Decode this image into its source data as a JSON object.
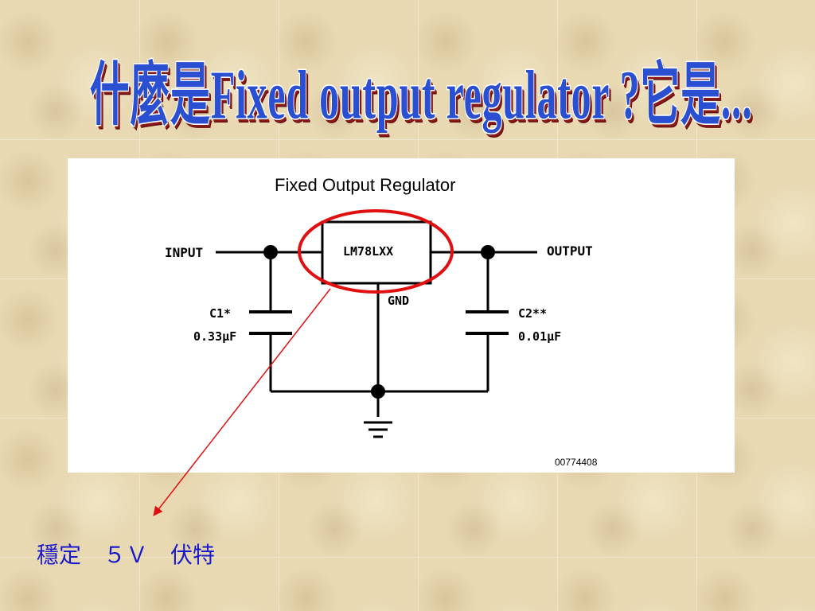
{
  "slide": {
    "title": "什麼是Fixed output regulator ?它是...",
    "caption": "穩定　５Ｖ　伏特"
  },
  "diagram": {
    "heading": "Fixed Output Regulator",
    "regulator_label": "LM78LXX",
    "input_label": "INPUT",
    "output_label": "OUTPUT",
    "gnd_label": "GND",
    "c1_name": "C1*",
    "c1_value": "0.33µF",
    "c2_name": "C2**",
    "c2_value": "0.01µF",
    "figure_code": "00774408"
  },
  "colors": {
    "title_fill": "#2a4fd0",
    "title_shadow": "#8a1a1a",
    "highlight_ellipse": "#e01010",
    "pointer_arrow": "#e01010",
    "caption": "#1a1acc"
  }
}
